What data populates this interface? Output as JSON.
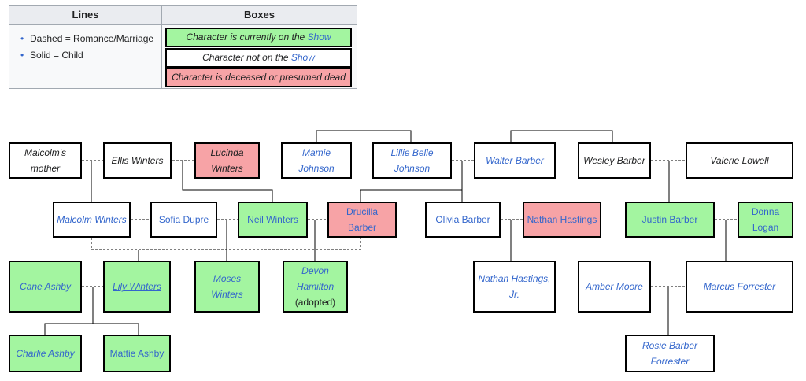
{
  "legend": {
    "lines_header": "Lines",
    "boxes_header": "Boxes",
    "lines": [
      "Dashed = Romance/Marriage",
      "Solid = Child"
    ],
    "boxes": {
      "current_prefix": "Character is currently on the ",
      "current_link": "Show",
      "not_prefix": "Character not on the ",
      "not_link": "Show",
      "deceased": "Character is deceased or presumed dead"
    }
  },
  "colors": {
    "current": "#a3f5a0",
    "deceased": "#f7a3a6",
    "not_on_show": "#ffffff",
    "link": "#3366cc"
  },
  "tree": {
    "malcolms_mother": "Malcolm's mother",
    "ellis_winters": "Ellis Winters",
    "lucinda_winters": "Lucinda Winters",
    "mamie_johnson": "Mamie Johnson",
    "lillie_belle_johnson": "Lillie Belle Johnson",
    "walter_barber": "Walter Barber",
    "wesley_barber": "Wesley Barber",
    "valerie_lowell": "Valerie Lowell",
    "malcolm_winters": "Malcolm Winters",
    "sofia_dupre": "Sofia Dupre",
    "neil_winters": "Neil Winters",
    "drucilla_barber": "Drucilla Barber",
    "olivia_barber": "Olivia Barber",
    "nathan_hastings": "Nathan Hastings",
    "justin_barber": "Justin Barber",
    "donna_logan": "Donna Logan",
    "cane_ashby": "Cane Ashby",
    "lily_winters": "Lily Winters",
    "moses_winters": "Moses Winters",
    "devon_hamilton": "Devon Hamilton",
    "devon_note": "(adopted)",
    "nathan_hastings_jr": "Nathan Hastings, Jr.",
    "amber_moore": "Amber Moore",
    "marcus_forrester": "Marcus Forrester",
    "charlie_ashby": "Charlie Ashby",
    "mattie_ashby": "Mattie Ashby",
    "rosie_barber_forrester": "Rosie Barber Forrester"
  }
}
